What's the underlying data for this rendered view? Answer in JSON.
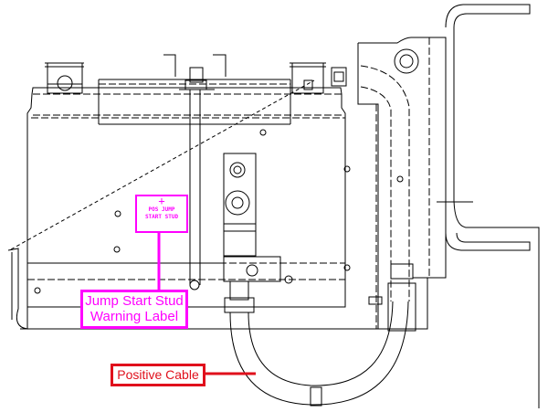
{
  "diagram": {
    "title": "Battery jump start stud and positive cable layout",
    "callouts": [
      {
        "id": "jump-start-stud-warning-label",
        "lines": [
          "Jump Start Stud",
          "Warning Label"
        ],
        "color": "#ff00ff"
      },
      {
        "id": "positive-cable",
        "lines": [
          "Positive Cable"
        ],
        "color": "#e0101c"
      }
    ],
    "warning_tag": {
      "symbol": "+",
      "lines": [
        "POS JUMP",
        "START STUD"
      ],
      "color": "#ff00ff"
    }
  }
}
